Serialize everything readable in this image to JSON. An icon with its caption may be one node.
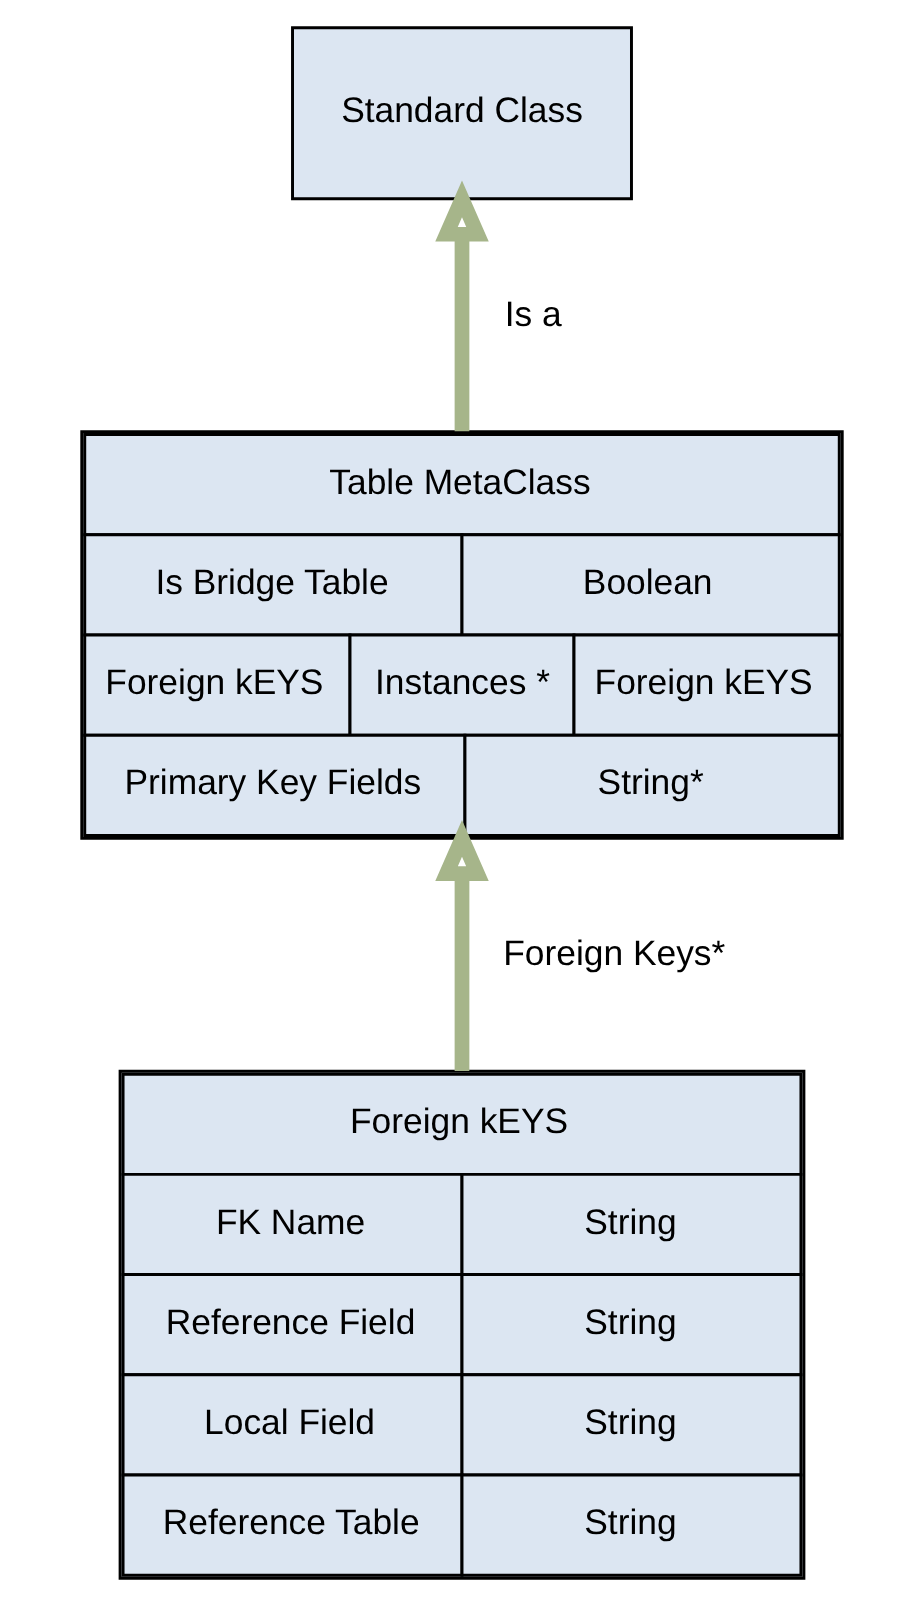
{
  "diagram": {
    "nodes": [
      {
        "text": [
          "Standard Class"
        ]
      },
      {
        "text": [
          "Table MetaClass",
          "Is Bridge Table",
          "Boolean",
          "Foreign kEYS",
          "Instances *",
          "Foreign kEYS",
          "Primary Key Fields",
          "String*"
        ]
      },
      {
        "text": [
          "Foreign kEYS",
          "FK Name",
          "String",
          "Reference Field",
          "String",
          "Local Field",
          "String",
          "Reference Table",
          "String"
        ]
      }
    ],
    "edges": [
      {
        "from": 1,
        "to": 0,
        "arrow": "to",
        "label": "Is a"
      },
      {
        "from": 2,
        "to": 1,
        "arrow": "to",
        "label": "Foreign Keys*"
      }
    ]
  }
}
